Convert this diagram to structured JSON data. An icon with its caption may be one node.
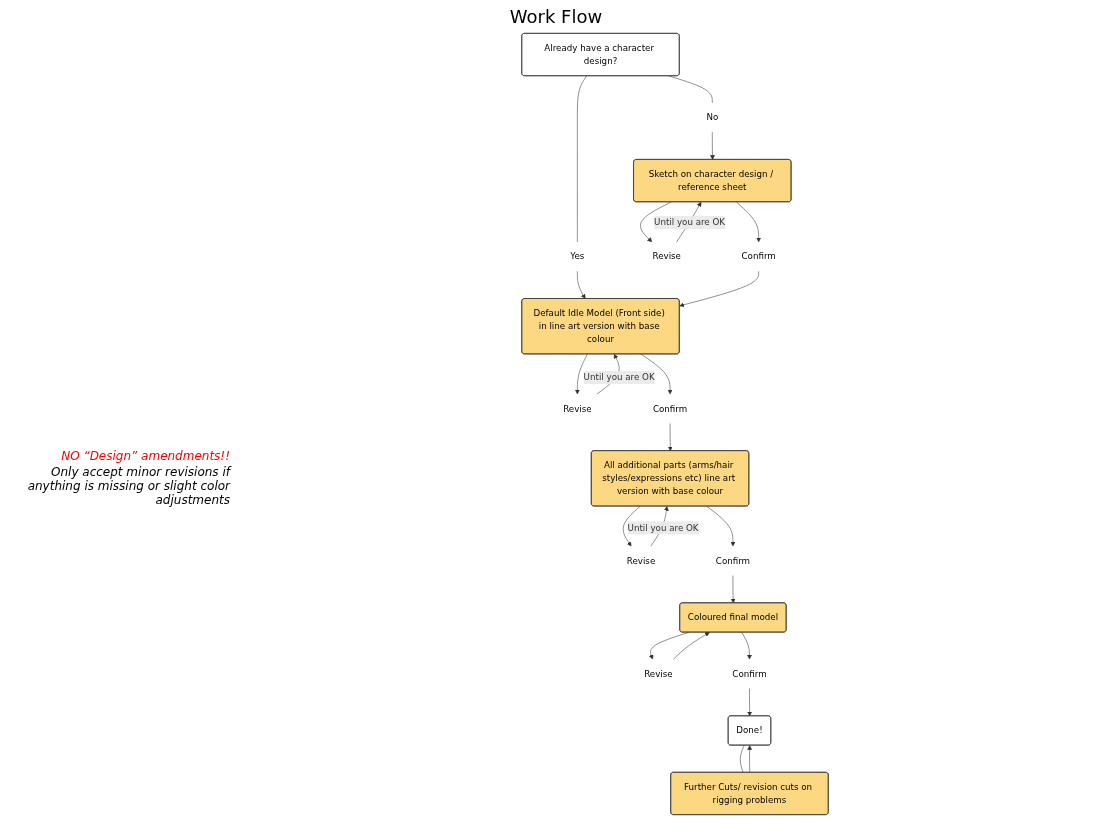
{
  "diagram": {
    "title": "Work Flow",
    "nodes": [
      {
        "text": [
          "Already have a character design?"
        ]
      },
      {
        "text": [
          "No"
        ]
      },
      {
        "text": [
          "Yes"
        ]
      },
      {
        "text": [
          "Sketch on character design / reference sheet"
        ]
      },
      {
        "text": [
          "Revise"
        ]
      },
      {
        "text": [
          "Confirm"
        ]
      },
      {
        "text": [
          "Default Idle Model (Front side) in line art version with base colour"
        ]
      },
      {
        "text": [
          "Revise"
        ]
      },
      {
        "text": [
          "Confirm"
        ]
      },
      {
        "text": [
          "All additional parts (arms/hair styles/expressions etc) line art version with base colour"
        ]
      },
      {
        "text": [
          "Revise"
        ]
      },
      {
        "text": [
          "Confirm"
        ]
      },
      {
        "text": [
          "Coloured final model"
        ]
      },
      {
        "text": [
          "Revise"
        ]
      },
      {
        "text": [
          "Confirm"
        ]
      },
      {
        "text": [
          "Done!"
        ]
      },
      {
        "text": [
          "Further Cuts/ revision cuts on rigging problems"
        ]
      }
    ],
    "edges": [
      {
        "from": 0,
        "to": 1,
        "arrow": "none"
      },
      {
        "from": 0,
        "to": 2,
        "arrow": "none"
      },
      {
        "from": 1,
        "to": 3,
        "arrow": "to"
      },
      {
        "from": 2,
        "to": 6,
        "arrow": "to"
      },
      {
        "from": 3,
        "to": 4,
        "arrow": "to"
      },
      {
        "from": 3,
        "to": 5,
        "arrow": "to"
      },
      {
        "from": 4,
        "to": 3,
        "arrow": "to",
        "label": "Until you are OK"
      },
      {
        "from": 5,
        "to": 6,
        "arrow": "to"
      },
      {
        "from": 6,
        "to": 7,
        "arrow": "to"
      },
      {
        "from": 6,
        "to": 8,
        "arrow": "to"
      },
      {
        "from": 7,
        "to": 6,
        "arrow": "to",
        "label": "Until you are OK"
      },
      {
        "from": 8,
        "to": 9,
        "arrow": "to"
      },
      {
        "from": 9,
        "to": 10,
        "arrow": "to"
      },
      {
        "from": 9,
        "to": 11,
        "arrow": "to"
      },
      {
        "from": 10,
        "to": 9,
        "arrow": "to",
        "label": "Until you are OK"
      },
      {
        "from": 11,
        "to": 12,
        "arrow": "to"
      },
      {
        "from": 12,
        "to": 13,
        "arrow": "to"
      },
      {
        "from": 12,
        "to": 14,
        "arrow": "to"
      },
      {
        "from": 13,
        "to": 12,
        "arrow": "to"
      },
      {
        "from": 14,
        "to": 15,
        "arrow": "to"
      },
      {
        "from": 15,
        "to": 16,
        "arrow": "none"
      },
      {
        "from": 16,
        "to": 15,
        "arrow": "to"
      }
    ],
    "labels": [
      "NO “Design” amendments!!",
      "Only accept minor revisions if anything is missing or slight color adjustments"
    ]
  }
}
